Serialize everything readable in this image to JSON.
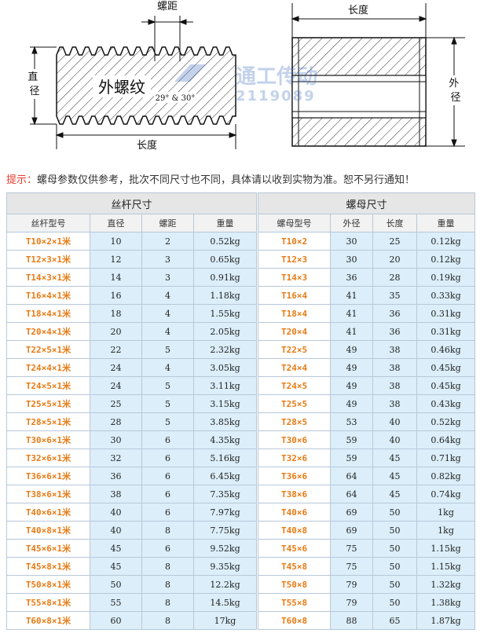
{
  "diagram": {
    "pitch_label": "螺距",
    "diameter_label": "直径",
    "length_label": "长度",
    "thread_label": "外螺纹",
    "angle_label": "29° & 30°",
    "nut_length_label": "长度",
    "outer_diameter_label": "外径",
    "watermark_name": "通工传动",
    "watermark_digits": "2119089"
  },
  "notice": {
    "label": "提示：",
    "text": "螺母参数仅供参考，批次不同尺寸也不同，具体请以收到实物为准。恕不另行通知！"
  },
  "table": {
    "group_screw": "丝杆尺寸",
    "group_nut": "螺母尺寸",
    "screw_headers": [
      "丝杆型号",
      "直径",
      "螺距",
      "重量"
    ],
    "nut_headers": [
      "螺母型号",
      "外径",
      "长度",
      "重量"
    ],
    "rows": [
      {
        "screw_model": "T10×2×1米",
        "diameter": "10",
        "pitch": "2",
        "screw_weight": "0.52kg",
        "nut_model": "T10×2",
        "outer": "30",
        "length": "25",
        "nut_weight": "0.12kg"
      },
      {
        "screw_model": "T12×3×1米",
        "diameter": "12",
        "pitch": "3",
        "screw_weight": "0.65kg",
        "nut_model": "T12×3",
        "outer": "30",
        "length": "20",
        "nut_weight": "0.12kg"
      },
      {
        "screw_model": "T14×3×1米",
        "diameter": "14",
        "pitch": "3",
        "screw_weight": "0.91kg",
        "nut_model": "T14×3",
        "outer": "36",
        "length": "28",
        "nut_weight": "0.19kg"
      },
      {
        "screw_model": "T16×4×1米",
        "diameter": "16",
        "pitch": "4",
        "screw_weight": "1.18kg",
        "nut_model": "T16×4",
        "outer": "41",
        "length": "35",
        "nut_weight": "0.33kg"
      },
      {
        "screw_model": "T18×4×1米",
        "diameter": "18",
        "pitch": "4",
        "screw_weight": "1.55kg",
        "nut_model": "T18×4",
        "outer": "41",
        "length": "36",
        "nut_weight": "0.31kg"
      },
      {
        "screw_model": "T20×4×1米",
        "diameter": "20",
        "pitch": "4",
        "screw_weight": "2.05kg",
        "nut_model": "T20×4",
        "outer": "41",
        "length": "36",
        "nut_weight": "0.31kg"
      },
      {
        "screw_model": "T22×5×1米",
        "diameter": "22",
        "pitch": "5",
        "screw_weight": "2.32kg",
        "nut_model": "T22×5",
        "outer": "49",
        "length": "38",
        "nut_weight": "0.46kg"
      },
      {
        "screw_model": "T24×4×1米",
        "diameter": "24",
        "pitch": "4",
        "screw_weight": "3.05kg",
        "nut_model": "T24×4",
        "outer": "49",
        "length": "38",
        "nut_weight": "0.45kg"
      },
      {
        "screw_model": "T24×5×1米",
        "diameter": "24",
        "pitch": "5",
        "screw_weight": "3.11kg",
        "nut_model": "T24×5",
        "outer": "49",
        "length": "38",
        "nut_weight": "0.45kg"
      },
      {
        "screw_model": "T25×5×1米",
        "diameter": "25",
        "pitch": "5",
        "screw_weight": "3.15kg",
        "nut_model": "T25×5",
        "outer": "49",
        "length": "38",
        "nut_weight": "0.43kg"
      },
      {
        "screw_model": "T28×5×1米",
        "diameter": "28",
        "pitch": "5",
        "screw_weight": "3.85kg",
        "nut_model": "T28×5",
        "outer": "53",
        "length": "40",
        "nut_weight": "0.52kg"
      },
      {
        "screw_model": "T30×6×1米",
        "diameter": "30",
        "pitch": "6",
        "screw_weight": "4.35kg",
        "nut_model": "T30×6",
        "outer": "59",
        "length": "40",
        "nut_weight": "0.64kg"
      },
      {
        "screw_model": "T32×6×1米",
        "diameter": "32",
        "pitch": "6",
        "screw_weight": "5.16kg",
        "nut_model": "T32×6",
        "outer": "59",
        "length": "45",
        "nut_weight": "0.71kg"
      },
      {
        "screw_model": "T36×6×1米",
        "diameter": "36",
        "pitch": "6",
        "screw_weight": "6.45kg",
        "nut_model": "T36×6",
        "outer": "64",
        "length": "45",
        "nut_weight": "0.82kg"
      },
      {
        "screw_model": "T38×6×1米",
        "diameter": "38",
        "pitch": "6",
        "screw_weight": "7.35kg",
        "nut_model": "T38×6",
        "outer": "64",
        "length": "45",
        "nut_weight": "0.74kg"
      },
      {
        "screw_model": "T40×6×1米",
        "diameter": "40",
        "pitch": "6",
        "screw_weight": "7.97kg",
        "nut_model": "T40×6",
        "outer": "69",
        "length": "50",
        "nut_weight": "1kg"
      },
      {
        "screw_model": "T40×8×1米",
        "diameter": "40",
        "pitch": "8",
        "screw_weight": "7.75kg",
        "nut_model": "T40×8",
        "outer": "69",
        "length": "50",
        "nut_weight": "1kg"
      },
      {
        "screw_model": "T45×6×1米",
        "diameter": "45",
        "pitch": "6",
        "screw_weight": "9.52kg",
        "nut_model": "T45×6",
        "outer": "75",
        "length": "50",
        "nut_weight": "1.15kg"
      },
      {
        "screw_model": "T45×8×1米",
        "diameter": "45",
        "pitch": "8",
        "screw_weight": "9.35kg",
        "nut_model": "T45×8",
        "outer": "75",
        "length": "50",
        "nut_weight": "1.15kg"
      },
      {
        "screw_model": "T50×8×1米",
        "diameter": "50",
        "pitch": "8",
        "screw_weight": "12.2kg",
        "nut_model": "T50×8",
        "outer": "79",
        "length": "50",
        "nut_weight": "1.32kg"
      },
      {
        "screw_model": "T55×8×1米",
        "diameter": "55",
        "pitch": "8",
        "screw_weight": "14.5kg",
        "nut_model": "T55×8",
        "outer": "79",
        "length": "50",
        "nut_weight": "1.38kg"
      },
      {
        "screw_model": "T60×8×1米",
        "diameter": "60",
        "pitch": "8",
        "screw_weight": "17kg",
        "nut_model": "T60×8",
        "outer": "88",
        "length": "65",
        "nut_weight": "1.87kg"
      }
    ]
  }
}
